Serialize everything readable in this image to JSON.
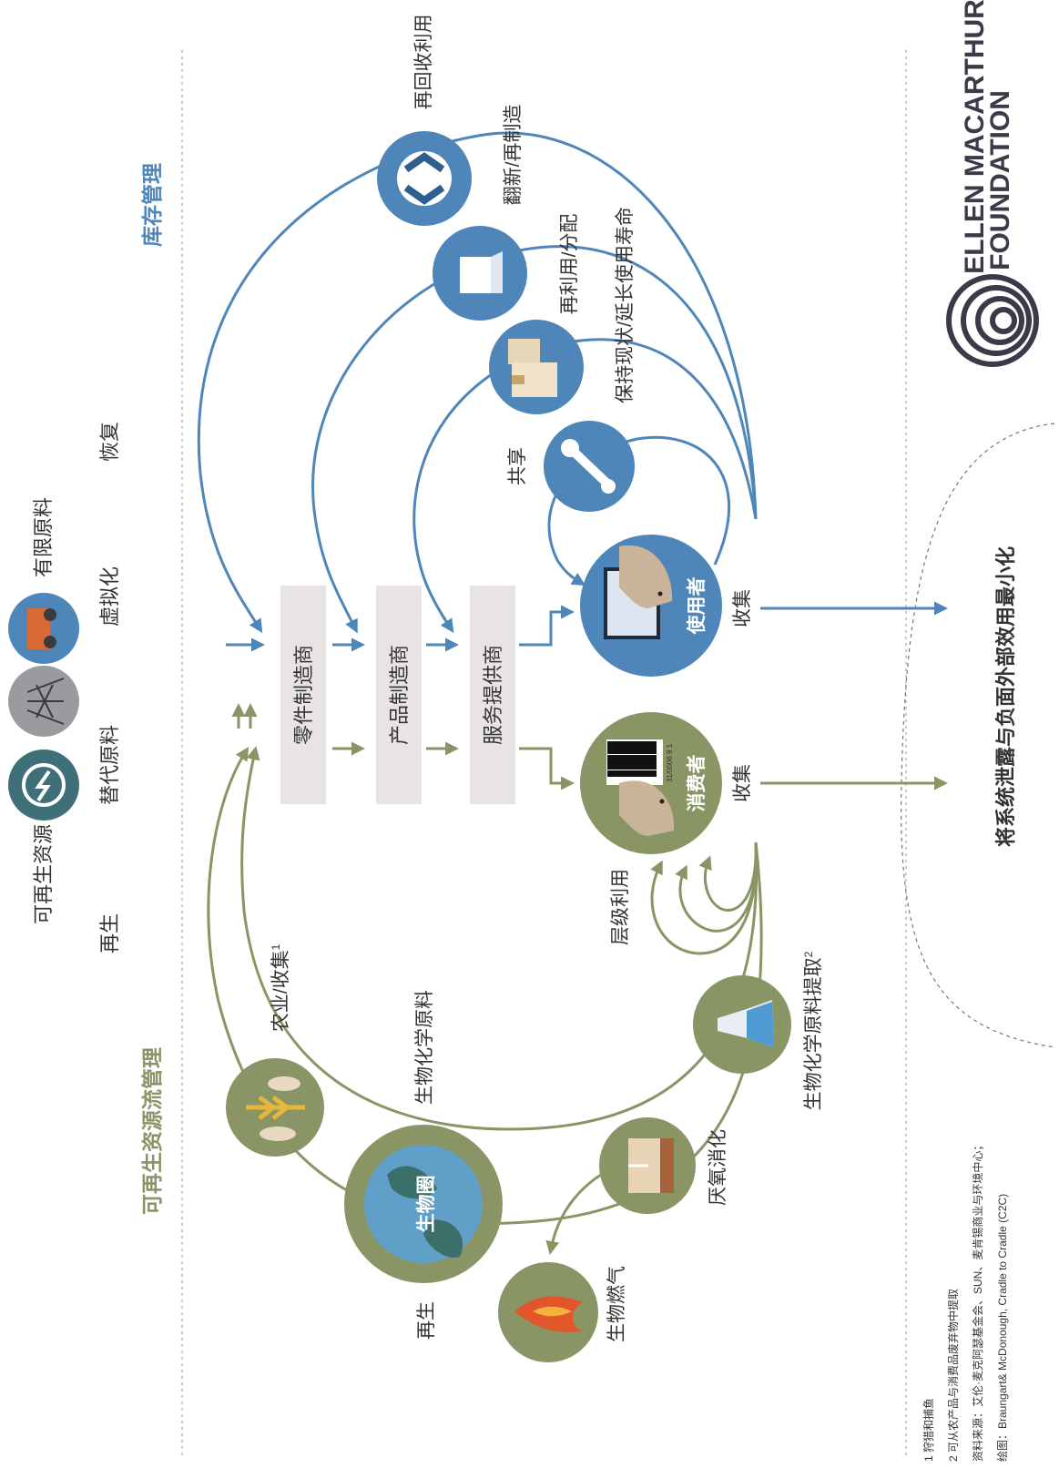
{
  "colors": {
    "blue": "#4f86b9",
    "blue_dark": "#2f5f8f",
    "olive": "#8a9566",
    "olive_dark": "#5f6b45",
    "box": "#e7e4e3",
    "text": "#333333",
    "logo": "#3c3a49"
  },
  "top_labels": {
    "renewable_energy": "可再生资源",
    "finite_materials": "有限原料",
    "regenerate": "再生",
    "substitute": "替代原料",
    "virtualise": "虚拟化",
    "restore": "恢复"
  },
  "sections": {
    "stock_management": "库存管理",
    "renewable_flow": "可再生资源流管理"
  },
  "stages": {
    "parts_maker": "零件制造商",
    "product_maker": "产品制造商",
    "service_provider": "服务提供商"
  },
  "technical": {
    "user": "使用者",
    "collection": "收集",
    "sharing": "共享",
    "maintain": "保持现状/延长使用寿命",
    "reuse": "再利用/分配",
    "refurbish": "翻新/再制造",
    "recycle": "再回收利用"
  },
  "biological": {
    "consumer": "消费者",
    "collection": "收集",
    "cascades": "层级利用",
    "farming": "农业/收集",
    "farming_sup": "1",
    "biochemical_feedstock": "生物化学原料",
    "extraction": "生物化学原料提取",
    "extraction_sup": "2",
    "biosphere": "生物圈",
    "regeneration": "再生",
    "anaerobic": "厌氧消化",
    "biogas": "生物燃气",
    "barcode_number": "31/0006 9 1"
  },
  "leakage": "将系统泄露与负面外部效用最小化",
  "logo": {
    "line1": "ELLEN MACARTHUR",
    "line2": "FOUNDATION"
  },
  "footnotes": {
    "note1": "1 狩猎和捕鱼",
    "note2": "2 可从农产品与消费品废弃物中提取",
    "source": "资料来源：艾伦·麦克阿瑟基金会、SUN、麦肯锡商业与环境中心；",
    "drawing": "绘图：Braungart& McDonough, Cradle to Cradle (C2C)"
  },
  "icons": [
    "power-icon",
    "pylon-icon",
    "truck-icon",
    "recycle-icon",
    "factory-icon",
    "boxes-icon",
    "wrench-icon",
    "computer-icon",
    "barcode-icon",
    "wheat-fish-icon",
    "flask-icon",
    "soil-icon",
    "flame-icon",
    "globe-icon"
  ]
}
